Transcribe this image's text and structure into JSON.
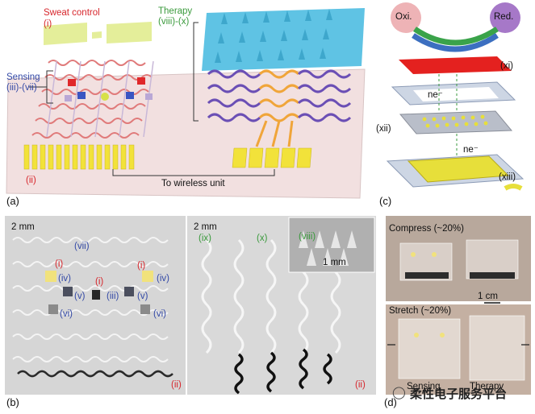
{
  "panels": {
    "a": {
      "letter": "(a)",
      "labels": {
        "sweat_control": "Sweat control",
        "sweat_control_idx": "(i)",
        "sensing": "Sensing",
        "sensing_idx": "(iii)-(vii)",
        "therapy": "Therapy",
        "therapy_idx": "(viii)-(x)",
        "ii": "(ii)",
        "wireless": "To wireless unit"
      }
    },
    "b": {
      "letter": "(b)",
      "scale_left": "2 mm",
      "scale_right": "2 mm",
      "inset_scale": "1 mm",
      "labels": {
        "vii": "(vii)",
        "i_left": "(i)",
        "i_mid": "(i)",
        "i_right": "(i)",
        "iv_left": "(iv)",
        "iv_right": "(iv)",
        "v_left": "(v)",
        "v_right": "(v)",
        "iii": "(iii)",
        "vi_left": "(vi)",
        "vi_right": "(vi)",
        "ii_left": "(ii)",
        "ii_right": "(ii)",
        "ix": "(ix)",
        "x": "(x)",
        "viii": "(viii)"
      }
    },
    "c": {
      "letter": "(c)",
      "oxi": "Oxi.",
      "red": "Red.",
      "xi": "(xi)",
      "ne_top": "ne⁻",
      "xii": "(xii)",
      "ne_bottom": "ne⁻",
      "xiii": "(xiii)"
    },
    "d": {
      "letter": "(d)",
      "compress": "Compress (~20%)",
      "stretch": "Stretch (~20%)",
      "scale": "1 cm",
      "sensing": "Sensing",
      "therapy": "Therapy"
    }
  },
  "watermark": "柔性电子服务平台",
  "colors": {
    "red_label": "#d7262c",
    "blue_label": "#3349a6",
    "green_label": "#3a9a3c",
    "therapy_sheet": "#5fc3e4",
    "electrode_gold": "#f2e23a",
    "serpentine_purple": "#6b4fb5",
    "serpentine_orange": "#f0a53a",
    "base_pink": "#f2dede"
  }
}
